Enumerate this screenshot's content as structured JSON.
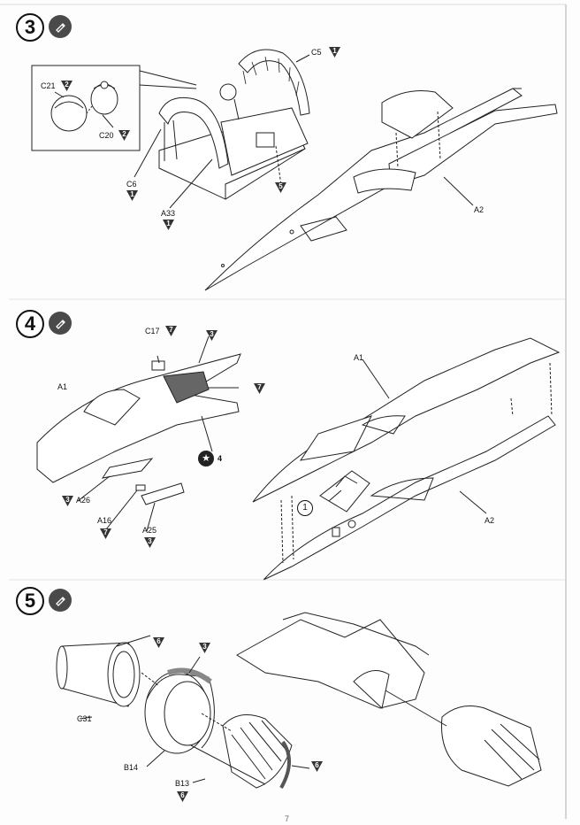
{
  "steps": [
    {
      "number": "3"
    },
    {
      "number": "4"
    },
    {
      "number": "5"
    }
  ],
  "labels": {
    "c21": "C21",
    "c21_color": "2",
    "c20": "C20",
    "c20_color": "2",
    "c6": "C6",
    "c6_color": "1",
    "a33": "A33",
    "a33_color": "1",
    "c5": "C5",
    "c5_color": "1",
    "s3_panel_color": "5",
    "a2_top": "A2",
    "c17": "C17",
    "c17_color": "7",
    "s4_top_color": "3",
    "s4_side_color": "7",
    "a1_left": "A1",
    "decal": "4",
    "a26": "A26",
    "a26_color": "3",
    "a16": "A16",
    "a16_color": "7",
    "a25": "A25",
    "a25_color": "3",
    "a1_right": "A1",
    "a2_right": "A2",
    "sub_step": "1",
    "s5_c31_color": "6",
    "s5_b14_color": "3",
    "c31": "C31",
    "b14": "B14",
    "b13": "B13",
    "b13_color": "6",
    "s5_b13_side_color": "6"
  },
  "page_marker": "7"
}
